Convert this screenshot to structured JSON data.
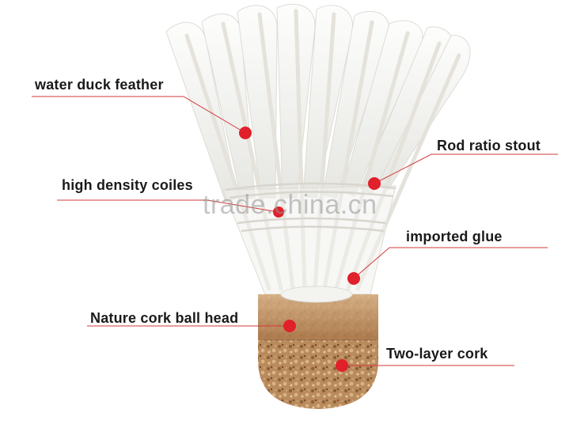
{
  "colors": {
    "dot": "#e0202a",
    "line": "#d23a3a",
    "feather": "#f4f4f2",
    "cork": "#b98a5c"
  },
  "labels": {
    "water_duck_feather": "water duck feather",
    "rod_ratio_stout": "Rod ratio stout",
    "high_density_coiles": "high density coiles",
    "imported_glue": "imported glue",
    "nature_cork_ball_head": "Nature cork ball head",
    "two_layer_cork": "Two-layer cork"
  },
  "watermark": "trade.china.cn"
}
